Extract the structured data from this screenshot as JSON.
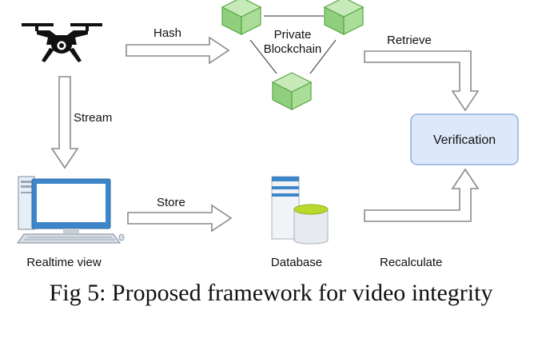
{
  "diagram": {
    "labels": {
      "hash": "Hash",
      "private_blockchain_line1": "Private",
      "private_blockchain_line2": "Blockchain",
      "retrieve": "Retrieve",
      "stream": "Stream",
      "verification": "Verification",
      "store": "Store",
      "realtime_view": "Realtime view",
      "database": "Database",
      "recalculate": "Recalculate"
    },
    "icons": [
      "drone-icon",
      "computer-icon",
      "database-icon",
      "blockchain-cube-icon"
    ],
    "colors": {
      "cube_green": "#8fcf7e",
      "verification_fill": "#dde9fb",
      "verification_border": "#8fb0dd",
      "arrow_stroke": "#8a8a8a",
      "monitor_blue": "#3e86c9",
      "database_top": "#b9d92e"
    }
  },
  "caption": "Fig 5: Proposed framework for video integrity"
}
